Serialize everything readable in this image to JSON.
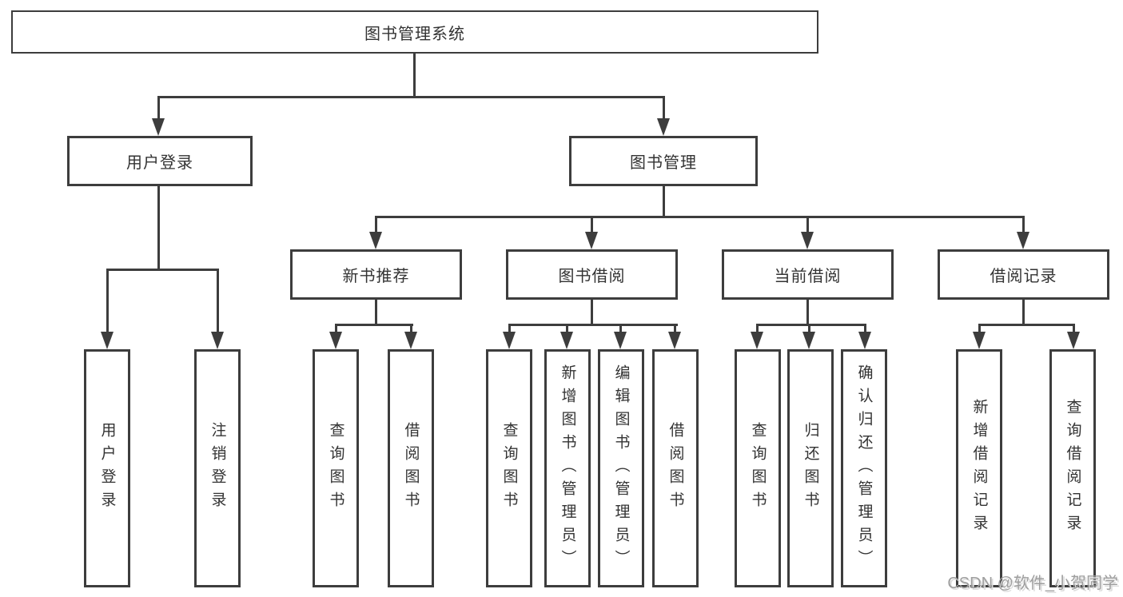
{
  "diagram": {
    "type": "hierarchy-tree",
    "root": {
      "label": "图书管理系统"
    },
    "level1": [
      {
        "label": "用户登录"
      },
      {
        "label": "图书管理"
      }
    ],
    "level2": [
      {
        "label": "新书推荐",
        "parent": "图书管理"
      },
      {
        "label": "图书借阅",
        "parent": "图书管理"
      },
      {
        "label": "当前借阅",
        "parent": "图书管理"
      },
      {
        "label": "借阅记录",
        "parent": "图书管理"
      }
    ],
    "leaves": [
      {
        "label": "用户登录",
        "parent": "用户登录"
      },
      {
        "label": "注销登录",
        "parent": "用户登录"
      },
      {
        "label": "查询图书",
        "parent": "新书推荐"
      },
      {
        "label": "借阅图书",
        "parent": "新书推荐"
      },
      {
        "label": "查询图书",
        "parent": "图书借阅"
      },
      {
        "label": "新增图书（管理员）",
        "parent": "图书借阅"
      },
      {
        "label": "编辑图书（管理员）",
        "parent": "图书借阅"
      },
      {
        "label": "借阅图书",
        "parent": "图书借阅"
      },
      {
        "label": "查询图书",
        "parent": "当前借阅"
      },
      {
        "label": "归还图书",
        "parent": "当前借阅"
      },
      {
        "label": "确认归还（管理员）",
        "parent": "当前借阅"
      },
      {
        "label": "新增借阅记录",
        "parent": "借阅记录"
      },
      {
        "label": "查询借阅记录",
        "parent": "借阅记录"
      }
    ]
  },
  "watermark": {
    "text": "CSDN @软件_小贺同学",
    "color": "#9e9e9e"
  },
  "colors": {
    "line": "#3d3d3d",
    "box_border": "#3d3d3d",
    "box_background": "#ffffff",
    "text": "#333333",
    "page_background": "#ffffff"
  }
}
